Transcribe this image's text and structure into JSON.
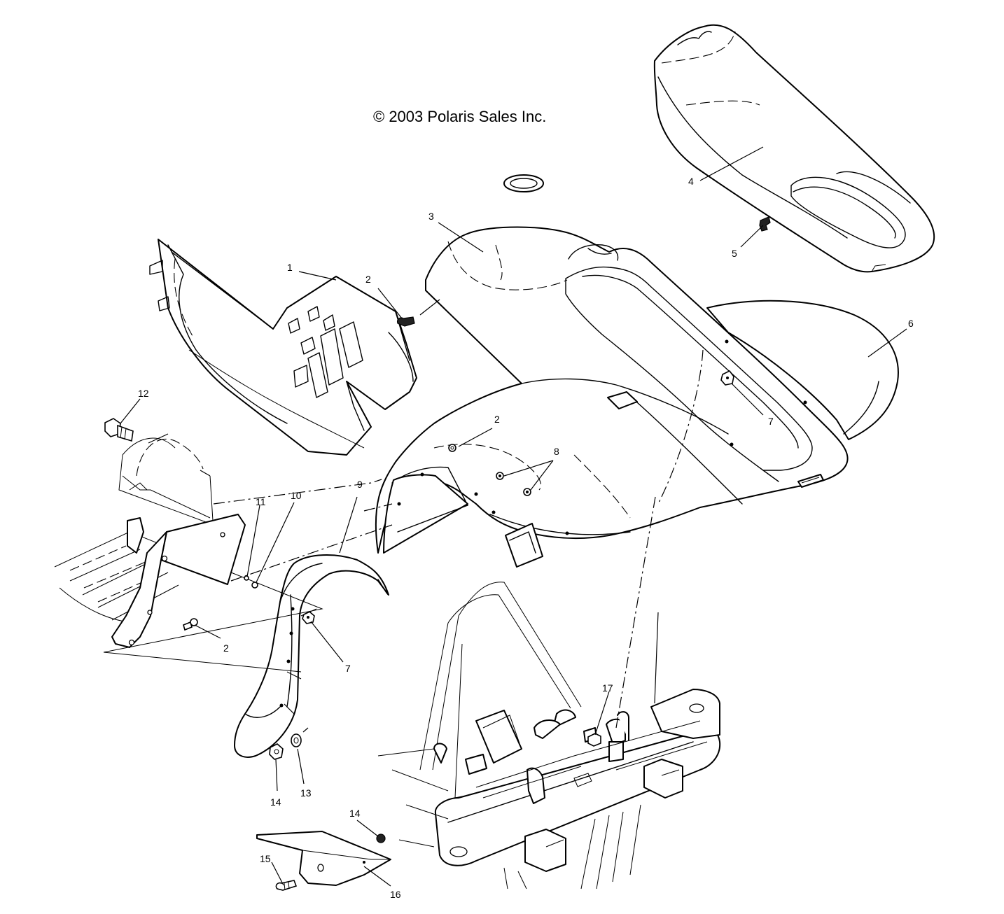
{
  "copyright": "© 2003 Polaris Sales Inc.",
  "callouts": {
    "c1": "1",
    "c2a": "2",
    "c2b": "2",
    "c2c": "2",
    "c3": "3",
    "c4": "4",
    "c5": "5",
    "c6": "6",
    "c7a": "7",
    "c7b": "7",
    "c8": "8",
    "c9": "9",
    "c10": "10",
    "c11": "11",
    "c12": "12",
    "c13": "13",
    "c14a": "14",
    "c14b": "14",
    "c15": "15",
    "c16": "16",
    "c17": "17"
  }
}
